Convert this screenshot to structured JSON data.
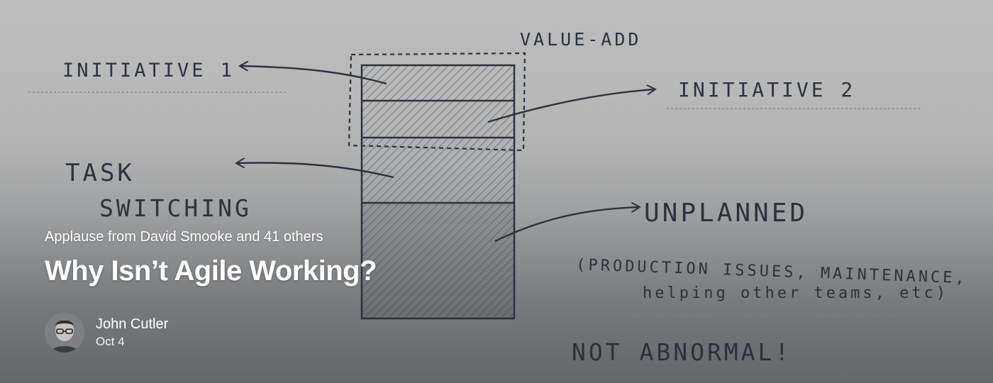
{
  "sketch": {
    "labels": {
      "initiative1": "INITIATIVE 1",
      "initiative2": "INITIATIVE 2",
      "value_add": "VALUE-ADD",
      "task": "TASK",
      "switching": "SWITCHING",
      "unplanned": "UNPLANNED",
      "note_line1": "(PRODUCTION ISSUES, MAINTENANCE,",
      "note_line2": "helping other teams, etc)",
      "footer": "NOT ABNORMAL!"
    }
  },
  "post": {
    "applause": "Applause from David Smooke and 41 others",
    "title": "Why Isn’t Agile Working?",
    "author": "John Cutler",
    "date": "Oct 4"
  },
  "colors": {
    "ink": "#2b3340",
    "text": "#ffffff"
  }
}
